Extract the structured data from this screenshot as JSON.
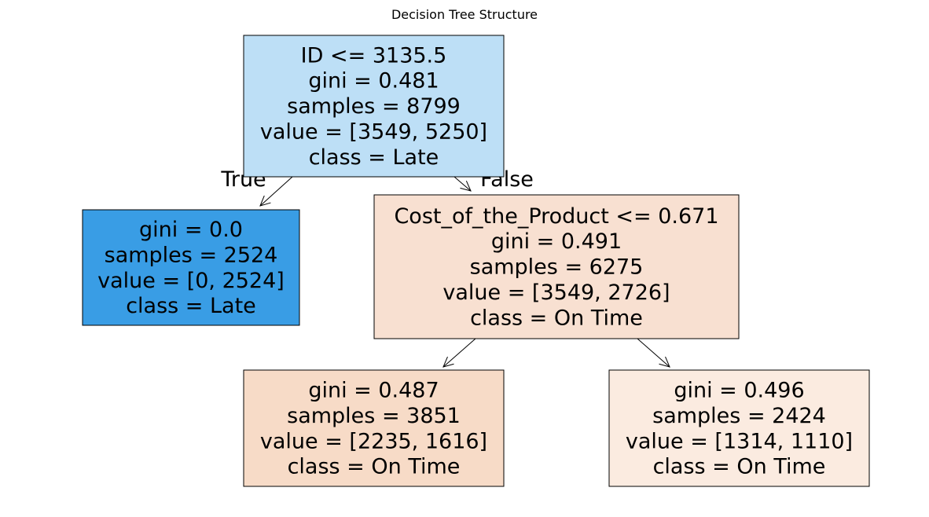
{
  "title": "Decision Tree Structure",
  "nodes": [
    {
      "id": "root",
      "lines": [
        "ID <= 3135.5",
        "gini = 0.481",
        "samples = 8799",
        "value = [3549, 5250]",
        "class = Late"
      ],
      "fill": "#bddff6"
    },
    {
      "id": "left-leaf",
      "lines": [
        "gini = 0.0",
        "samples = 2524",
        "value = [0, 2524]",
        "class = Late"
      ],
      "fill": "#399de5"
    },
    {
      "id": "right-split",
      "lines": [
        "Cost_of_the_Product <= 0.671",
        "gini = 0.491",
        "samples = 6275",
        "value = [3549, 2726]",
        "class = On Time"
      ],
      "fill": "#f8e0d1"
    },
    {
      "id": "right-left-leaf",
      "lines": [
        "gini = 0.487",
        "samples = 3851",
        "value = [2235, 1616]",
        "class = On Time"
      ],
      "fill": "#f7dbc7"
    },
    {
      "id": "right-right-leaf",
      "lines": [
        "gini = 0.496",
        "samples = 2424",
        "value = [1314, 1110]",
        "class = On Time"
      ],
      "fill": "#fbebe0"
    }
  ],
  "edges": [
    {
      "from": "root",
      "to": "left-leaf",
      "label": "True"
    },
    {
      "from": "root",
      "to": "right-split",
      "label": "False"
    },
    {
      "from": "right-split",
      "to": "right-left-leaf",
      "label": ""
    },
    {
      "from": "right-split",
      "to": "right-right-leaf",
      "label": ""
    }
  ]
}
